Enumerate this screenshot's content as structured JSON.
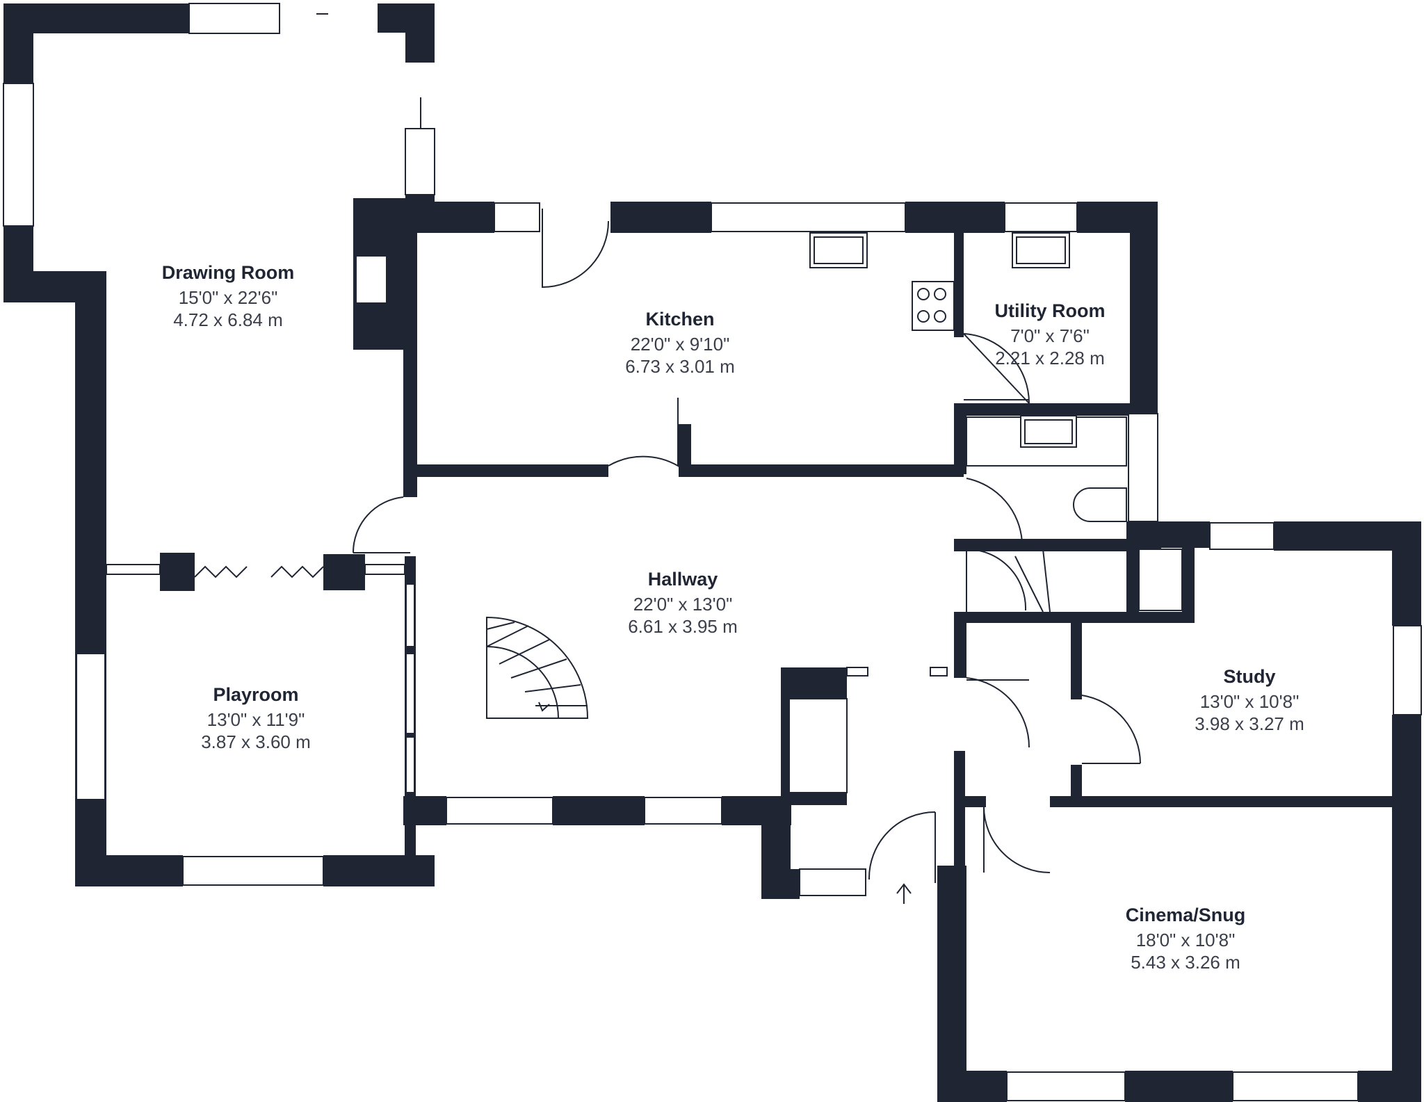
{
  "rooms": [
    {
      "id": "drawing-room",
      "name": "Drawing Room",
      "imperial": "15'0\" x 22'6\"",
      "metric": "4.72 x 6.84 m"
    },
    {
      "id": "kitchen",
      "name": "Kitchen",
      "imperial": "22'0\" x 9'10\"",
      "metric": "6.73 x 3.01 m"
    },
    {
      "id": "utility-room",
      "name": "Utility Room",
      "imperial": "7'0\" x 7'6\"",
      "metric": "2.21 x 2.28 m"
    },
    {
      "id": "hallway",
      "name": "Hallway",
      "imperial": "22'0\" x 13'0\"",
      "metric": "6.61 x 3.95 m"
    },
    {
      "id": "playroom",
      "name": "Playroom",
      "imperial": "13'0\" x 11'9\"",
      "metric": "3.87 x 3.60 m"
    },
    {
      "id": "study",
      "name": "Study",
      "imperial": "13'0\" x 10'8\"",
      "metric": "3.98 x 3.27 m"
    },
    {
      "id": "cinema-snug",
      "name": "Cinema/Snug",
      "imperial": "18'0\" x 10'8\"",
      "metric": "5.43 x 3.26 m"
    }
  ],
  "colors": {
    "wall": "#1f2533",
    "background": "#ffffff"
  }
}
